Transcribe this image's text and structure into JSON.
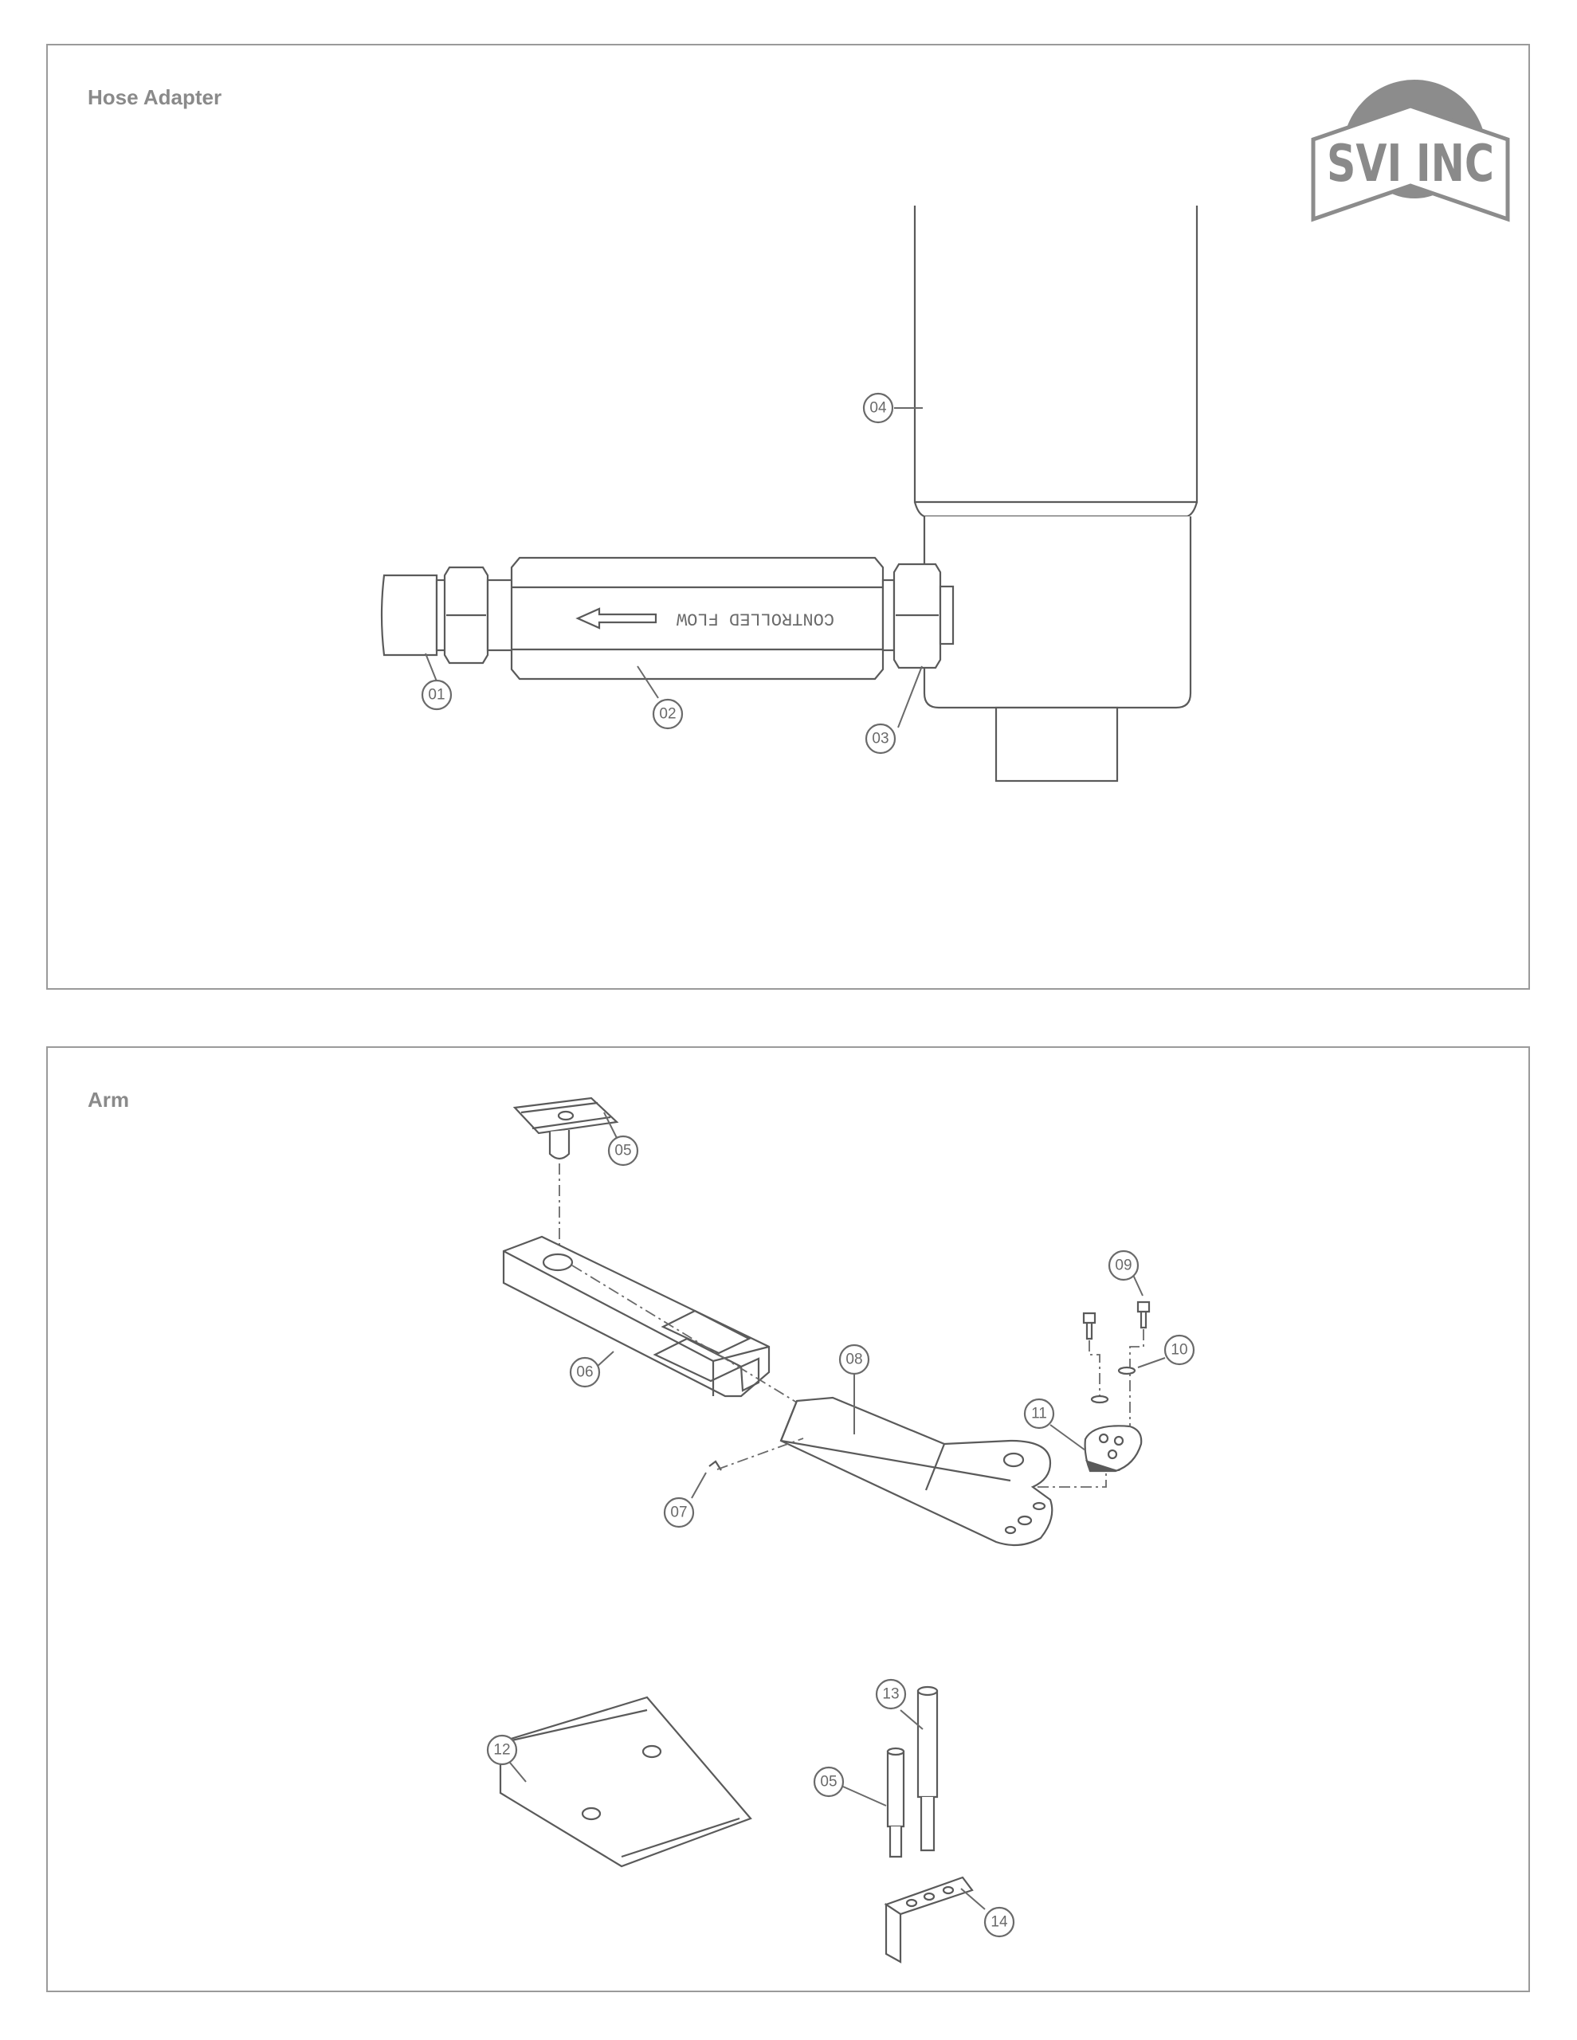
{
  "sections": [
    {
      "title": "Hose Adapter"
    },
    {
      "title": "Arm"
    }
  ],
  "logo": {
    "text": "SVI INC",
    "colors": {
      "dark": "#8c8c8c",
      "light": "#ffffff"
    }
  },
  "pipe_label": "CONTROLLED FLOW",
  "callouts": {
    "c01": "01",
    "c02": "02",
    "c03": "03",
    "c04": "04",
    "c05a": "05",
    "c06": "06",
    "c07": "07",
    "c08": "08",
    "c09": "09",
    "c10": "10",
    "c11": "11",
    "c12": "12",
    "c13": "13",
    "c05b": "05",
    "c14": "14"
  }
}
